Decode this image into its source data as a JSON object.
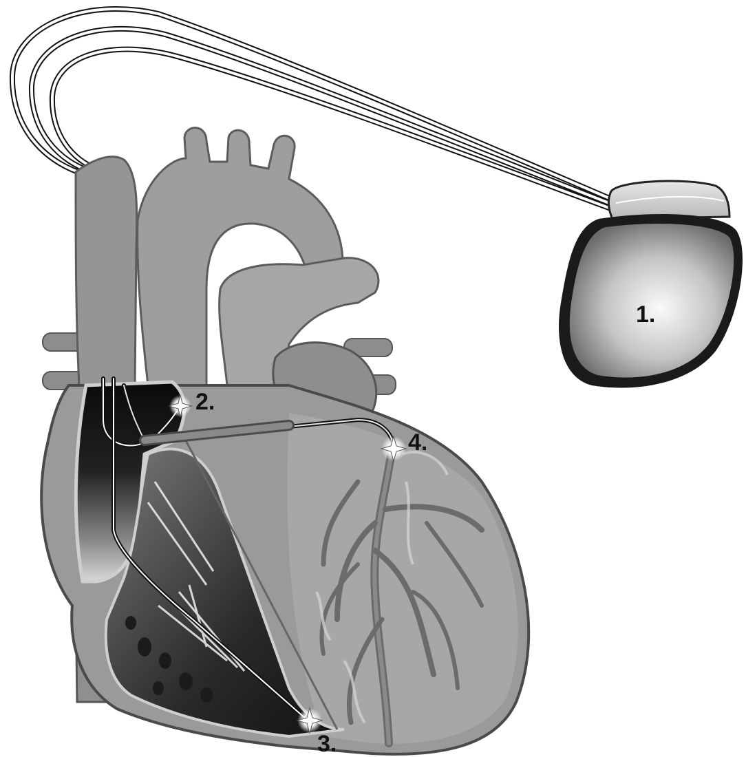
{
  "labels": {
    "pulse_generator": "1.",
    "atrial_lead_tip": "2.",
    "right_ventricular_lead_tip": "3.",
    "left_ventricular_lead_tip": "4."
  }
}
